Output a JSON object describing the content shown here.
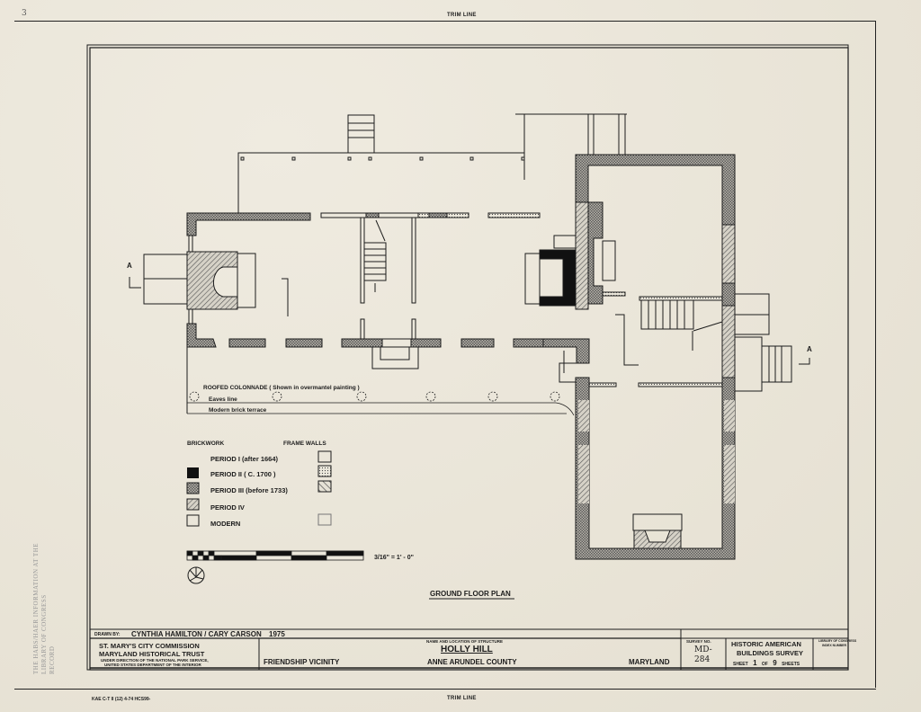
{
  "sheet": {
    "corner_mark": "3",
    "trim_line_top": "TRIM LINE",
    "trim_line_bottom": "TRIM LINE",
    "print_code": "KAE C-T II (12) 4-74 HCS99-",
    "vertical_stamp": [
      "THE HABS/HAER INFORMATION AT THE",
      "LIBRARY OF CONGRESS",
      "RECORD"
    ]
  },
  "drawing": {
    "title": "GROUND FLOOR PLAN",
    "section_marker": "A",
    "scale_label": "3/16\" = 1' - 0\"",
    "north_arrow_icon": "north-arrow-icon",
    "annotations": {
      "colonnade": "ROOFED COLONNADE  ( Shown in overmantel painting )",
      "eaves": "Eaves line",
      "terrace": "Modern brick terrace"
    }
  },
  "legend": {
    "brickwork_header": "BRICKWORK",
    "frame_walls_header": "FRAME WALLS",
    "items": [
      {
        "label": "PERIOD I  (after 1664)",
        "brick_swatch": "none",
        "frame_swatch": "empty"
      },
      {
        "label": "PERIOD II ( C. 1700 )",
        "brick_swatch": "solid-black",
        "frame_swatch": "dotted"
      },
      {
        "label": "PERIOD III  (before 1733)",
        "brick_swatch": "crosshatch",
        "frame_swatch": "diagonal"
      },
      {
        "label": "PERIOD IV",
        "brick_swatch": "diagonal-hatch",
        "frame_swatch": "none"
      },
      {
        "label": "MODERN",
        "brick_swatch": "empty",
        "frame_swatch": "empty-light"
      }
    ]
  },
  "title_block": {
    "drawn_by_label": "DRAWN BY:",
    "drawn_by": "CYNTHIA HAMILTON  /  CARY CARSON",
    "year": "1975",
    "org_line1": "ST. MARY'S CITY COMMISSION",
    "org_line2": "MARYLAND HISTORICAL TRUST",
    "org_line3": "UNDER DIRECTION OF THE NATIONAL PARK SERVICE,",
    "org_line4": "UNITED STATES DEPARTMENT OF THE INTERIOR",
    "vicinity": "FRIENDSHIP VICINITY",
    "name_location_label": "NAME AND LOCATION OF STRUCTURE",
    "structure_name": "HOLLY HILL",
    "county": "ANNE ARUNDEL COUNTY",
    "state": "MARYLAND",
    "survey_no_label": "SURVEY NO.",
    "survey_no_line1": "MD-",
    "survey_no_line2": "284",
    "survey_title1": "HISTORIC AMERICAN",
    "survey_title2": "BUILDINGS SURVEY",
    "sheet_label": "SHEET",
    "sheet_num": "1",
    "of_label": "OF",
    "sheet_total": "9",
    "sheets_label": "SHEETS",
    "library_label1": "LIBRARY OF CONGRESS",
    "library_label2": "INDEX NUMBER"
  },
  "colors": {
    "paper": "#ece8dc",
    "ink": "#1c1c1c",
    "hatch_gray": "#8a8a8a"
  }
}
